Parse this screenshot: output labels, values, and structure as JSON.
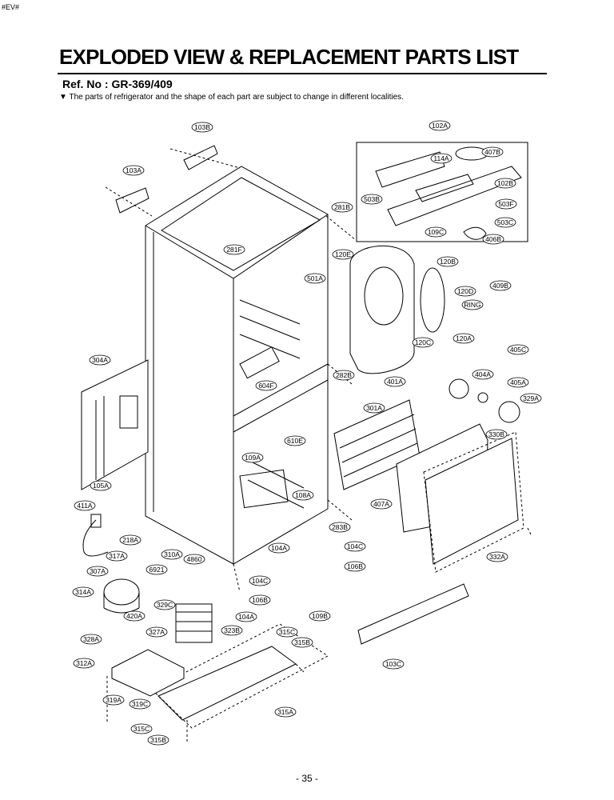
{
  "page": {
    "corner_tag": "#EV#",
    "title": "EXPLODED VIEW & REPLACEMENT PARTS LIST",
    "ref_no": "Ref. No : GR-369/409",
    "note_marker": "▼",
    "note": "The parts of refrigerator and the shape of each part are subject to change in different localities.",
    "page_number": "- 35 -"
  },
  "colors": {
    "line": "#000000",
    "fill": "#ffffff",
    "watermark": "#dde6f4"
  },
  "callouts": {
    "c103b_top": "103B",
    "c103a": "103A",
    "c102a": "102A",
    "c114a": "114A",
    "c407b": "407B",
    "c102b": "102B",
    "c503b": "503B",
    "c503f": "503F",
    "c503c": "503C",
    "c109c": "109C",
    "c406b": "406B",
    "c281b": "281B",
    "c281f": "281F",
    "c120e": "120E",
    "c120b": "120B",
    "c501a": "501A",
    "c120d": "120D",
    "c409b": "409B",
    "c ring": "RING",
    "c120a": "120A",
    "c120c": "120C",
    "c405c": "405C",
    "c304a": "304A",
    "c282b": "282B",
    "c401a": "401A",
    "c404a": "404A",
    "c405a": "405A",
    "c604f": "604F",
    "c301a": "301A",
    "c329a": "329A",
    "c330b": "330B",
    "c610e": "610E",
    "c109a": "109A",
    "c105a": "105A",
    "c108a": "108A",
    "c407a": "407A",
    "c411a": "411A",
    "c283b": "283B",
    "c218a": "218A",
    "c104a_top": "104A",
    "c104c_top": "104C",
    "c317a": "317A",
    "c310a": "310A",
    "c4860": "4860",
    "c106b_top": "106B",
    "c332a": "332A",
    "c307a": "307A",
    "c6921": "6921",
    "c104c": "104C",
    "c314a": "314A",
    "c329c": "329C",
    "c106b": "106B",
    "c420a": "420A",
    "c104a": "104A",
    "c109b": "109B",
    "c327a": "327A",
    "c323b": "323B",
    "c328a": "328A",
    "c315c_top": "315C",
    "c315b_top": "315B",
    "c312a": "312A",
    "c103c": "103C",
    "c319a": "319A",
    "c319c": "319C",
    "c315a": "315A",
    "c315c": "315C",
    "c315b": "315B"
  }
}
